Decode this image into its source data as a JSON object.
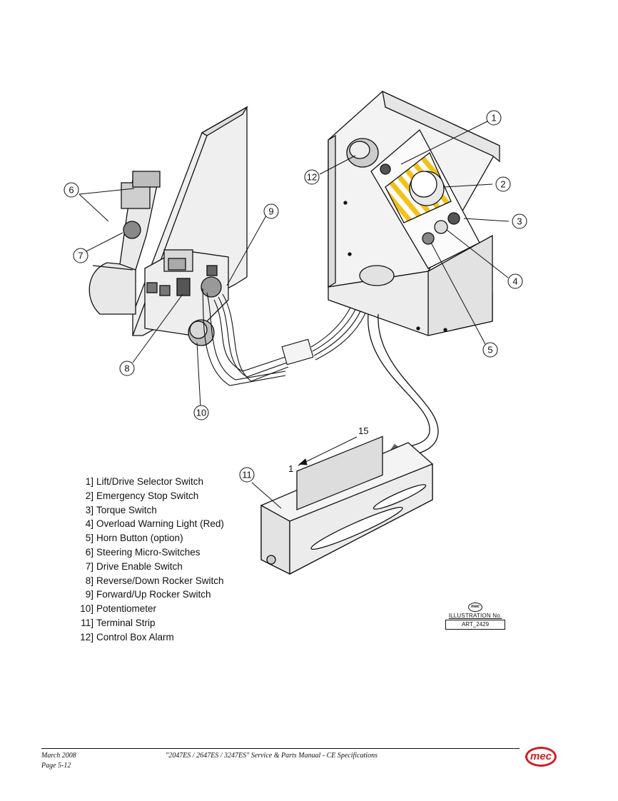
{
  "callouts": {
    "c1": "1",
    "c2": "2",
    "c3": "3",
    "c4": "4",
    "c5": "5",
    "c6": "6",
    "c7": "7",
    "c8": "8",
    "c9": "9",
    "c10": "10",
    "c11": "11",
    "c12": "12"
  },
  "terminal_range": {
    "start": "1",
    "end": "15"
  },
  "legend": [
    {
      "num": "1]",
      "label": "Lift/Drive Selector Switch"
    },
    {
      "num": "2]",
      "label": "Emergency Stop Switch"
    },
    {
      "num": "3]",
      "label": "Torque Switch"
    },
    {
      "num": "4]",
      "label": "Overload Warning Light (Red)"
    },
    {
      "num": "5]",
      "label": "Horn Button (option)"
    },
    {
      "num": "6]",
      "label": "Steering Micro-Switches"
    },
    {
      "num": "7]",
      "label": "Drive Enable Switch"
    },
    {
      "num": "8]",
      "label": "Reverse/Down Rocker Switch"
    },
    {
      "num": "9]",
      "label": "Forward/Up Rocker Switch"
    },
    {
      "num": "10]",
      "label": "Potentiometer"
    },
    {
      "num": "11]",
      "label": "Terminal Strip"
    },
    {
      "num": "12]",
      "label": "Control Box Alarm"
    }
  ],
  "illustration": {
    "logo": "mec",
    "label": "ILLUSTRATION No.",
    "number": "ART_2429"
  },
  "footer": {
    "date": "March 2008",
    "page": "Page 5-12",
    "title": "\"2047ES / 2647ES / 3247ES\" Service & Parts Manual - CE Specifications",
    "logo": "mec",
    "logo_color": "#cc1f26"
  },
  "colors": {
    "warning_stripe": "#f2c21b",
    "line": "#111111",
    "panel_fill": "#f2f2f2"
  }
}
